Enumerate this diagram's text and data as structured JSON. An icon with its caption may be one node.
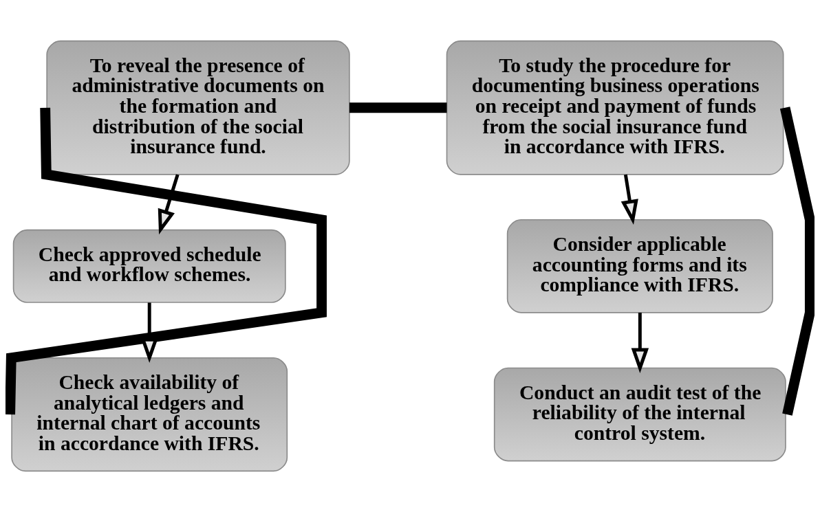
{
  "diagram": {
    "nodes": [
      {
        "text": [
          "To reveal the presence of administrative documents on the formation and distribution of the social insurance fund."
        ]
      },
      {
        "text": [
          "To study the procedure for documenting business operations on receipt and payment of funds from the social insurance fund in accordance with IFRS."
        ]
      },
      {
        "text": [
          "Check approved schedule and workflow schemes."
        ]
      },
      {
        "text": [
          "Check availability of analytical ledgers and internal chart of accounts in accordance with IFRS."
        ]
      },
      {
        "text": [
          "Consider applicable accounting forms and its compliance with IFRS."
        ]
      },
      {
        "text": [
          "Conduct an audit test of the reliability of the internal control system."
        ]
      }
    ],
    "edges": [
      {
        "from": 0,
        "to": 1,
        "arrow": "none",
        "style": "thick"
      },
      {
        "from": 0,
        "to": 2,
        "arrow": "to"
      },
      {
        "from": 2,
        "to": 3,
        "arrow": "to"
      },
      {
        "from": 0,
        "to": 3,
        "arrow": "none",
        "style": "thick"
      },
      {
        "from": 1,
        "to": 4,
        "arrow": "to"
      },
      {
        "from": 4,
        "to": 5,
        "arrow": "to"
      },
      {
        "from": 1,
        "to": 5,
        "arrow": "none",
        "style": "thick"
      }
    ]
  }
}
